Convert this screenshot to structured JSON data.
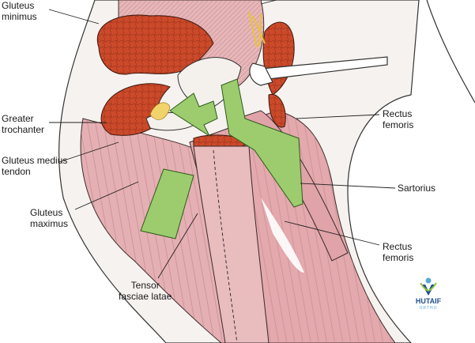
{
  "labels": {
    "gluteus_minimus": [
      "Gluteus",
      "minimus"
    ],
    "greater_trochanter": [
      "Greater",
      "trochanter"
    ],
    "gluteus_medius_tendon": [
      "Gluteus medius",
      "tendon"
    ],
    "gluteus_maximus": [
      "Gluteus",
      "maximus"
    ],
    "tensor_fasciae_latae": [
      "Tensor",
      "fasciae latae"
    ],
    "rectus_femoris_upper": [
      "Rectus",
      "femoris"
    ],
    "sartorius": [
      "Sartorius"
    ],
    "rectus_femoris_lower": [
      "Rectus",
      "femoris"
    ]
  },
  "logo": {
    "name": "HUTAIF",
    "sub": "ORTHO"
  },
  "colors": {
    "muscle_red": "#c8472a",
    "muscle_pink": "#e5b0b3",
    "arrow_green": "#9ccc6e",
    "tendon_white": "#f4f1ec",
    "logo_blue": "#1f4f8f"
  }
}
